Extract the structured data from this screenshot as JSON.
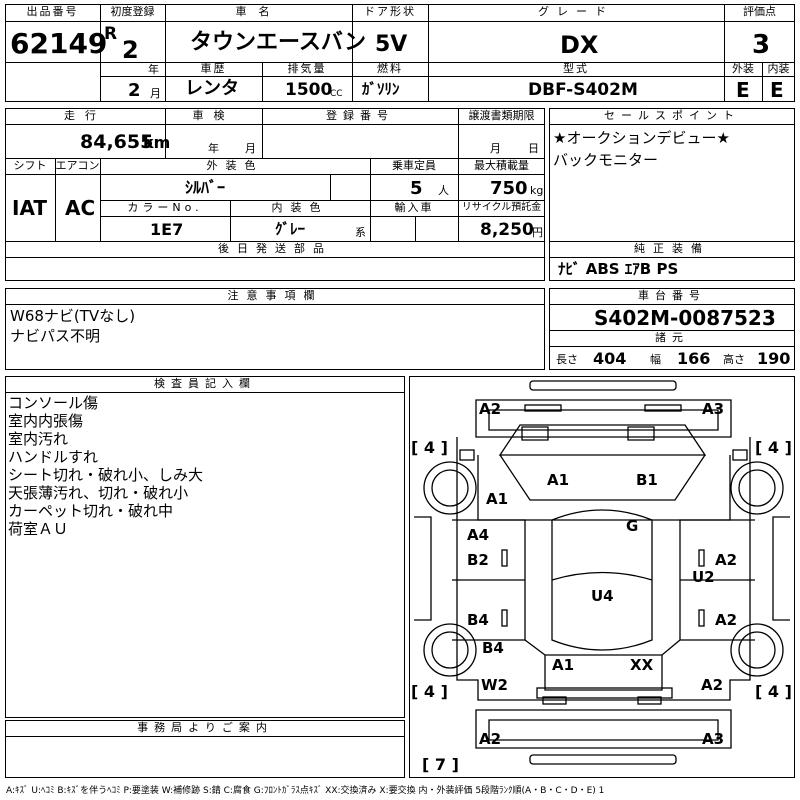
{
  "header": {
    "lot_label": "出品番号",
    "lot": "62149",
    "first_reg_label": "初度登録",
    "era": "R",
    "year": "2",
    "year_unit": "年",
    "month": "2",
    "month_unit": "月",
    "name_label": "車名",
    "name": "タウンエースバン",
    "door_label": "ドア形状",
    "door": "5V",
    "grade_label": "グレード",
    "grade": "DX",
    "score_label": "評価点",
    "score": "3",
    "history_label": "車歴",
    "history": "レンタ",
    "displacement_label": "排気量",
    "displacement": "1500",
    "displacement_unit": "CC",
    "fuel_label": "燃料",
    "fuel": "ｶﾞｿﾘﾝ",
    "model_label": "型式",
    "model": "DBF-S402M",
    "exterior_label": "外装",
    "exterior": "E",
    "interior_label": "内装",
    "interior": "E"
  },
  "info": {
    "mileage_label": "走行",
    "mileage": "84,655",
    "mileage_unit": "km",
    "inspection_label": "車検",
    "insp_year_unit": "年",
    "insp_month_unit": "月",
    "reg_no_label": "登録番号",
    "transfer_label": "譲渡書類期限",
    "transfer_month_unit": "月",
    "transfer_day_unit": "日",
    "shift_label": "シフト",
    "shift": "IAT",
    "ac_label": "エアコン",
    "ac": "AC",
    "color_label": "外装色",
    "color": "ｼﾙﾊﾞｰ",
    "capacity_label": "乗車定員",
    "capacity": "5",
    "capacity_unit": "人",
    "max_load_label": "最大積載量",
    "max_load": "750",
    "max_load_unit": "kg",
    "color_no_label": "カラーNo.",
    "color_no": "1E7",
    "int_color_label": "内装色",
    "int_color": "ｸﾞﾚｰ",
    "int_color_unit": "系",
    "import_label": "輸入車",
    "recycle_label": "リサイクル預託金",
    "recycle": "8,250",
    "recycle_unit": "円",
    "later_parts_label": "後日発送部品"
  },
  "sales_point": {
    "label": "セールスポイント",
    "lines": [
      "★オークションデビュー★",
      "バックモニター"
    ]
  },
  "equipment": {
    "label": "純正装備",
    "value": "ﾅﾋﾞ ABS ｴｱB PS"
  },
  "notes": {
    "label": "注意事項欄",
    "lines": [
      "W68ナビ(TVなし)",
      "ナビパス不明"
    ]
  },
  "chassis": {
    "label": "車台番号",
    "number": "S402M-0087523",
    "spec_label": "諸元",
    "length_label": "長さ",
    "length": "404",
    "width_label": "幅",
    "width": "166",
    "height_label": "高さ",
    "height": "190"
  },
  "inspector": {
    "label": "検査員記入欄",
    "lines": [
      "コンソール傷",
      "室内内張傷",
      "室内汚れ",
      "ハンドルすれ",
      "シート切れ・破れ小、しみ大",
      "天張薄汚れ、切れ・破れ小",
      "カーペット切れ・破れ中",
      "荷室ＡＵ"
    ]
  },
  "office": {
    "label": "事務局よりご案内"
  },
  "diagram": {
    "tire_fl": "4",
    "tire_fr": "4",
    "tire_rl": "4",
    "tire_rr": "4",
    "spare": "7",
    "marks": [
      "A2",
      "A3",
      "A1",
      "B1",
      "A1",
      "G",
      "A4",
      "B2",
      "A2",
      "U2",
      "U4",
      "B4",
      "A2",
      "B4",
      "A1",
      "XX",
      "W2",
      "A2",
      "A2",
      "A3"
    ]
  },
  "legend": "A:ｷｽﾞ U:ﾍｺﾐ B:ｷｽﾞを伴うﾍｺﾐ P:要塗装 W:補修跡 S:錆 C:腐食 G:ﾌﾛﾝﾄｶﾞﾗｽ点ｷｽﾞ XX:交換済み X:要交換 内・外装評価 5段階ﾗﾝｸ順(A・B・C・D・E) 1"
}
